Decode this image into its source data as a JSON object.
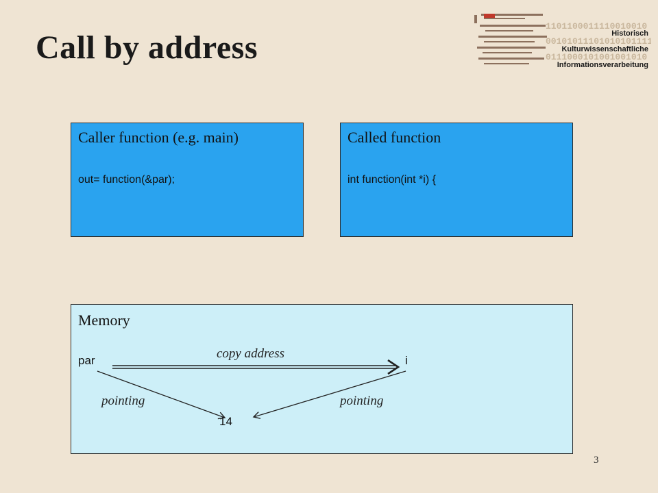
{
  "slide": {
    "title": "Call by address",
    "page_number": "3"
  },
  "logo": {
    "lines": [
      "Historisch",
      "Kulturwissenschaftliche",
      "Informationsverarbeitung"
    ],
    "binary_rows": [
      "1101100011110010010",
      "00101011101010101111",
      "0111000101001001010"
    ]
  },
  "caller_box": {
    "title": "Caller function (e.g. main)",
    "code": "out= function(&par);",
    "color": "#2aa3ef"
  },
  "called_box": {
    "title": "Called function",
    "code": "int function(int *i) {",
    "color": "#2aa3ef"
  },
  "memory_box": {
    "title": "Memory",
    "color": "#cdeff8",
    "var_left": "par",
    "var_right": "i",
    "value": "14",
    "arrow_top_label": "copy address",
    "arrow_left_label": "pointing",
    "arrow_right_label": "pointing"
  }
}
